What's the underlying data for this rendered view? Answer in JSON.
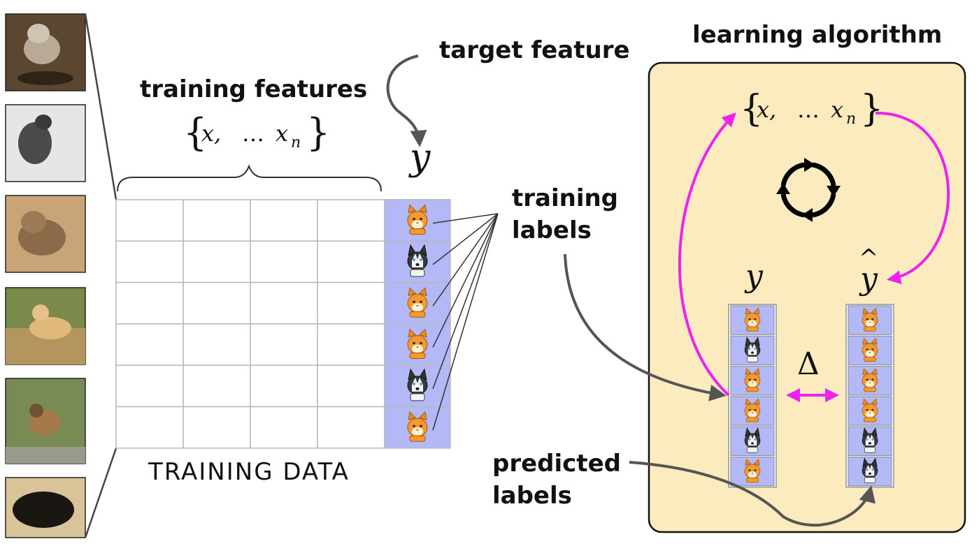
{
  "labels": {
    "target_feature": "target feature",
    "learning_algorithm": "learning algorithm",
    "training_features": "training features",
    "training_labels_line1": "training",
    "training_labels_line2": "labels",
    "predicted_labels_line1": "predicted",
    "predicted_labels_line2": "labels",
    "training_data": "TRAINING DATA"
  },
  "math": {
    "features_open": "{",
    "features_x": "x,",
    "features_dots": "…",
    "features_xn": "x",
    "features_n": "n",
    "features_close": "}",
    "y": "y",
    "y_inner": "y",
    "y_hat": "y",
    "y_hat_accent": "^",
    "delta": "Δ"
  },
  "photos": [
    "kitten-photo",
    "grayscale-cat-photo",
    "tabby-kitten-photo",
    "golden-retriever-photo",
    "yorkshire-terrier-photo",
    "black-dog-sleeping-photo"
  ],
  "training_labels": [
    "cat",
    "dog",
    "cat",
    "cat",
    "dog",
    "cat"
  ],
  "true_labels": [
    "cat",
    "dog",
    "cat",
    "cat",
    "dog",
    "cat"
  ],
  "predicted_labels": [
    "cat",
    "cat",
    "cat",
    "cat",
    "dog",
    "dog"
  ],
  "colors": {
    "panel_bg": "#fdebc0",
    "label_column": "#b3b8f7",
    "magenta": "#ee22ee",
    "arrow_gray": "#555555",
    "grid": "#b8b8b8"
  }
}
